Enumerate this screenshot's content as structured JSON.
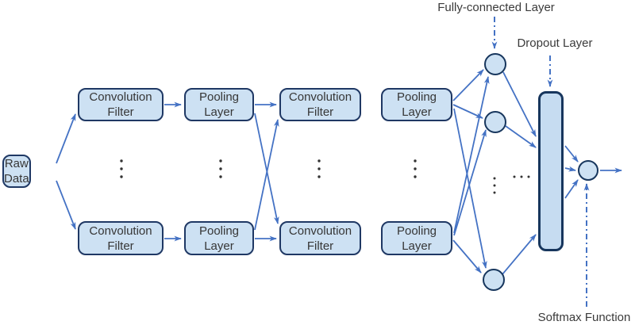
{
  "labels": {
    "fully_connected": "Fully-connected Layer",
    "dropout": "Dropout Layer",
    "softmax": "Softmax Function"
  },
  "nodes": {
    "raw_data": "Raw\nData",
    "convolution_filter": "Convolution\nFilter",
    "pooling_layer": "Pooling\nLayer"
  },
  "symbols": {
    "ellipsis_vertical": "⋮",
    "ellipsis_horizontal": "⋯"
  },
  "colors": {
    "node_fill": "#cde1f3",
    "node_border": "#1f3864",
    "arrow": "#4472c4",
    "text": "#3a3a3a"
  }
}
